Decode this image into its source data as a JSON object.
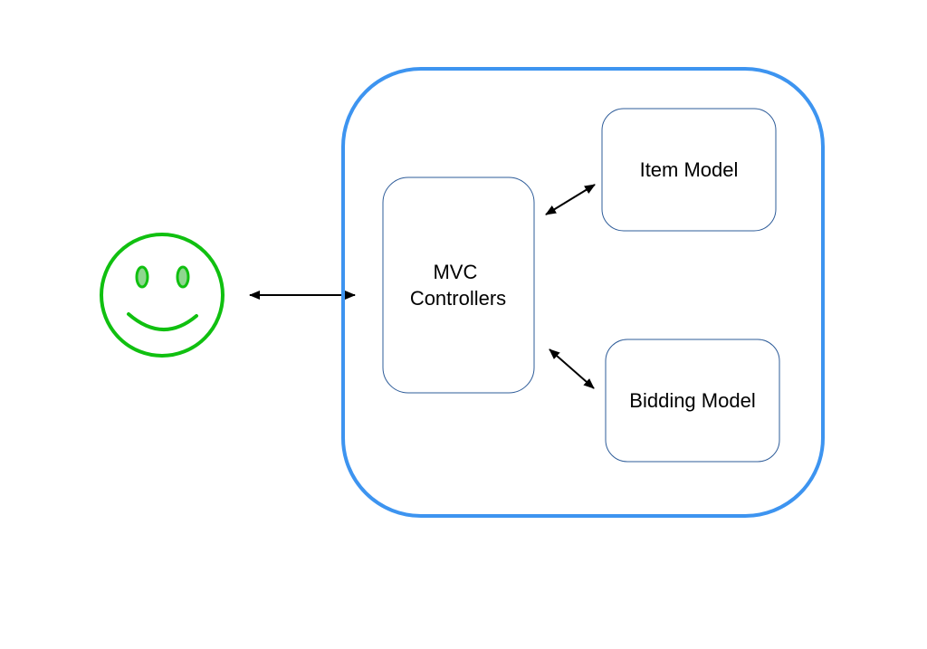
{
  "diagram": {
    "nodes": {
      "user": {
        "icon": "smiley-face-icon"
      },
      "controllers": {
        "label_line1": "MVC",
        "label_line2": "Controllers"
      },
      "item_model": {
        "label": "Item Model"
      },
      "bidding_model": {
        "label": "Bidding Model"
      }
    },
    "edges": [
      {
        "from": "user",
        "to": "app-container",
        "direction": "bidirectional"
      },
      {
        "from": "controllers",
        "to": "item_model",
        "direction": "bidirectional"
      },
      {
        "from": "controllers",
        "to": "bidding_model",
        "direction": "bidirectional"
      }
    ]
  },
  "colors": {
    "container_stroke": "#3d94f0",
    "box_stroke": "#2e5c99",
    "smiley_stroke": "#10c010",
    "smiley_eye_fill": "#8fd68f",
    "arrow": "#000000"
  }
}
